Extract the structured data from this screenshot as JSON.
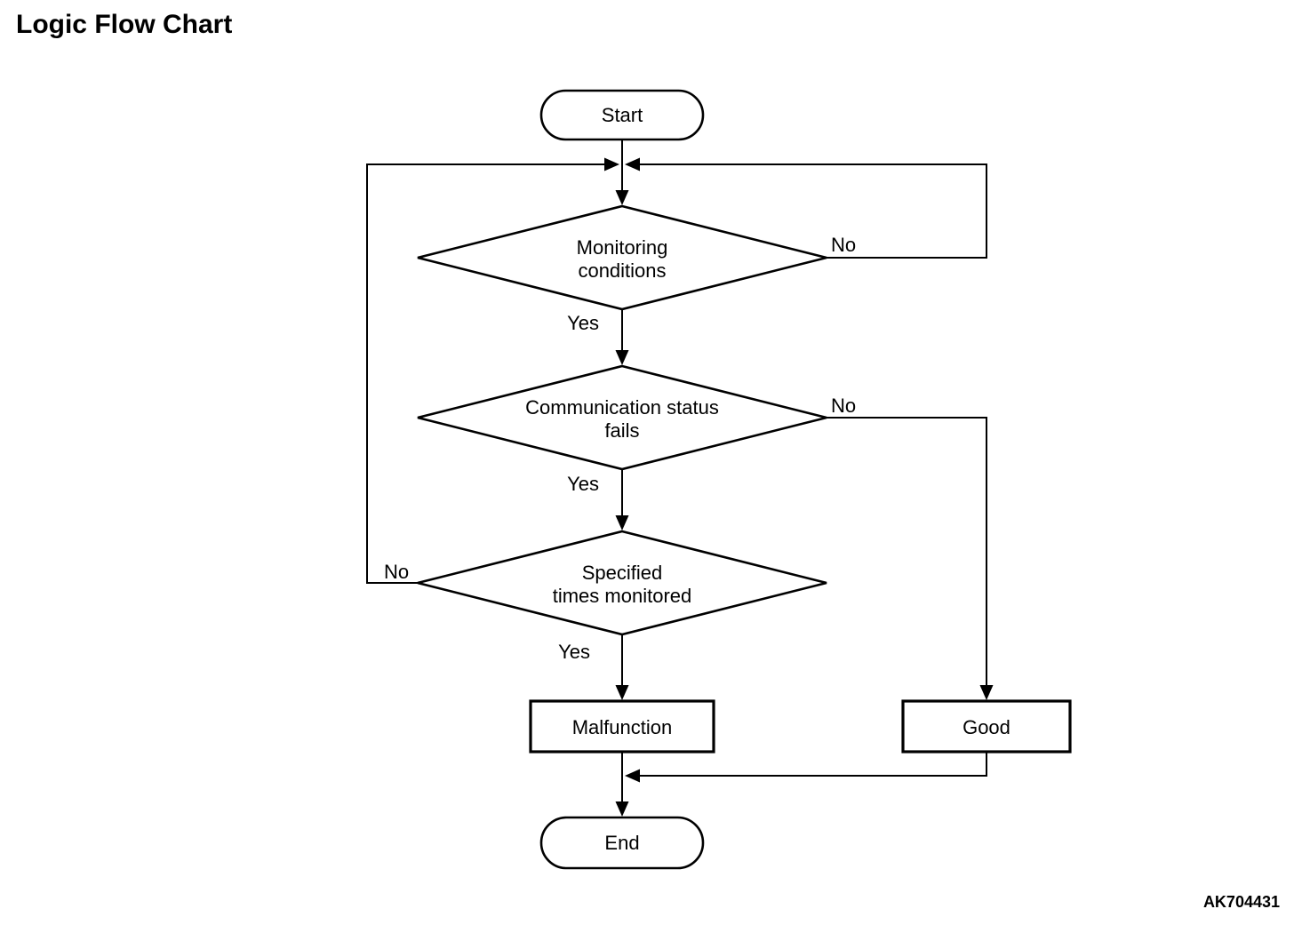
{
  "page": {
    "title": "Logic Flow Chart",
    "figure_code": "AK704431"
  },
  "flowchart": {
    "colors": {
      "line": "#000000",
      "text": "#000000",
      "background": "#ffffff"
    },
    "nodes": {
      "start": {
        "shape": "terminator",
        "label": "Start"
      },
      "monitoring_conditions": {
        "shape": "decision",
        "label_line1": "Monitoring",
        "label_line2": "conditions"
      },
      "communication_status": {
        "shape": "decision",
        "label_line1": "Communication status",
        "label_line2": "fails"
      },
      "specified_times": {
        "shape": "decision",
        "label_line1": "Specified",
        "label_line2": "times monitored"
      },
      "malfunction": {
        "shape": "process",
        "label": "Malfunction"
      },
      "good": {
        "shape": "process",
        "label": "Good"
      },
      "end": {
        "shape": "terminator",
        "label": "End"
      }
    },
    "edge_labels": {
      "monitoring_yes": "Yes",
      "monitoring_no": "No",
      "communication_yes": "Yes",
      "communication_no": "No",
      "specified_yes": "Yes",
      "specified_no": "No"
    }
  }
}
